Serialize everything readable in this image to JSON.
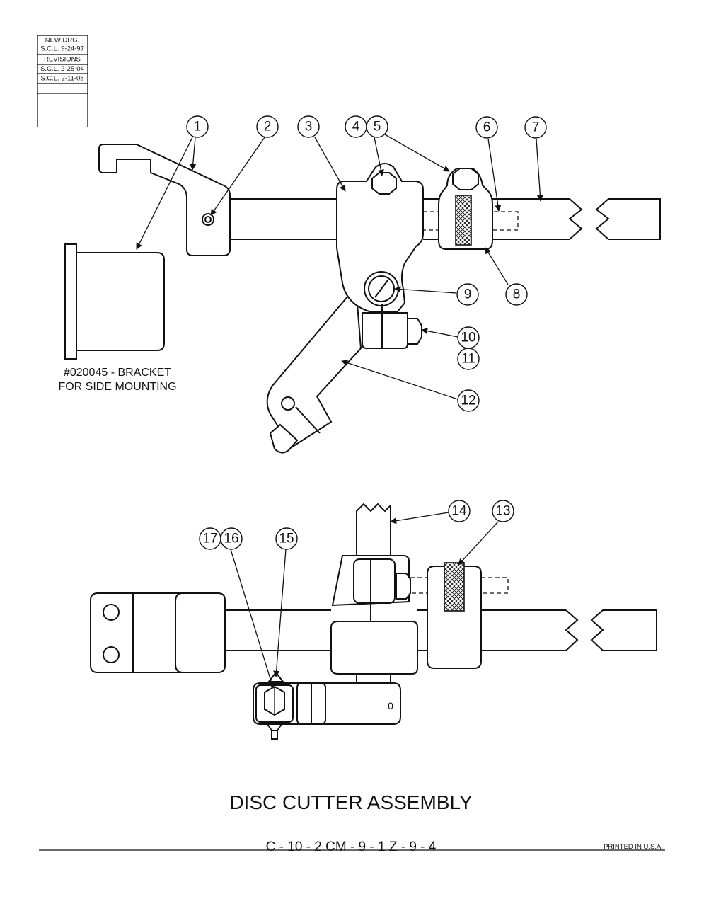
{
  "revision_block": {
    "rows": [
      "NEW DRG.",
      "S.C.L. 9-24-97",
      "REVISIONS",
      "S.C.L. 2-25-04",
      "S.C.L. 2-11-08"
    ]
  },
  "callouts": {
    "c1": "1",
    "c2": "2",
    "c3": "3",
    "c4": "4",
    "c5": "5",
    "c6": "6",
    "c7": "7",
    "c8": "8",
    "c9": "9",
    "c10": "10",
    "c11": "11",
    "c12": "12",
    "c13": "13",
    "c14": "14",
    "c15": "15",
    "c16": "16",
    "c17": "17"
  },
  "bracket_note": {
    "line1": "#020045 - BRACKET",
    "line2": "FOR SIDE MOUNTING"
  },
  "end_mark": "0",
  "title": "DISC CUTTER ASSEMBLY",
  "catalog_codes": "C - 10 - 2    CM - 9 - 1    Z - 9 - 4",
  "printed_note": "PRINTED IN U.S.A."
}
